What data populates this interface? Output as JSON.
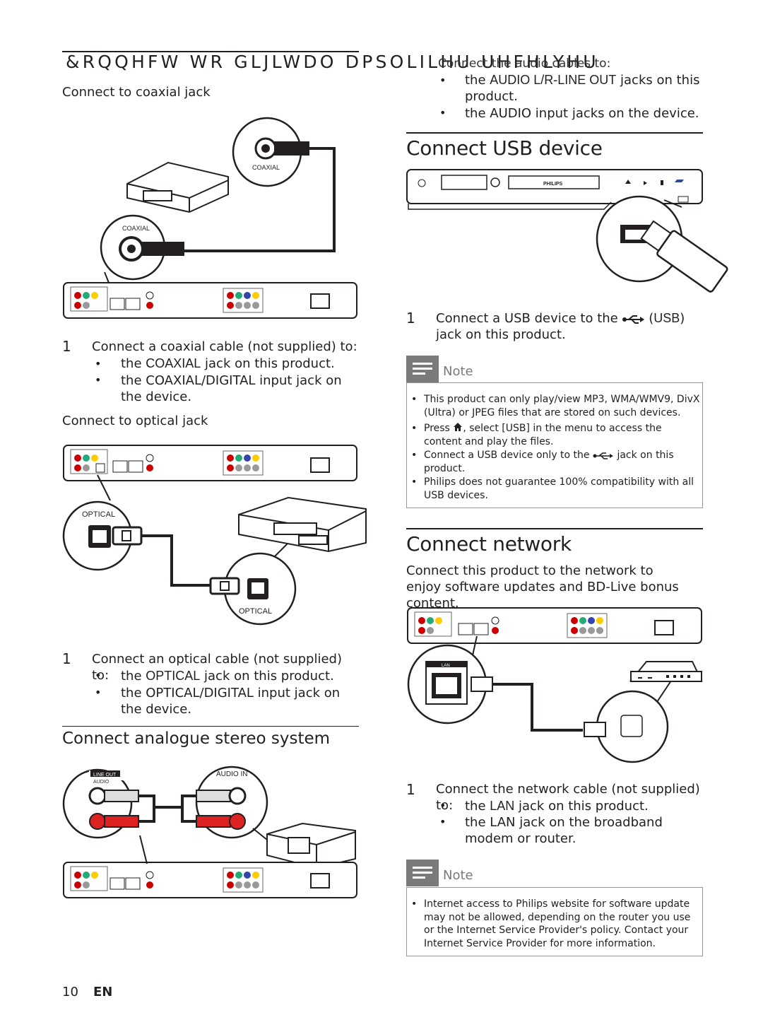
{
  "header": {
    "garbled_title": "&RQQHFW WR GLJLWDO DPSOLILHU UHFHLYHU",
    "audio_intro_tail": "Connect the audio cables to:"
  },
  "left": {
    "coaxial_subhead": "Connect to coaxial jack",
    "coax_label_top": "COAXIAL",
    "coax_label_mid": "COAXIAL",
    "coax_step_num": "1",
    "coax_step": "Connect a coaxial cable (not supplied) to:",
    "coax_b1_pre": "the ",
    "coax_b1_key": "COAXIAL",
    "coax_b1_post": " jack on this product.",
    "coax_b2": "the COAXIAL/DIGITAL input jack on the device.",
    "optical_subhead": "Connect to optical jack",
    "opt_label_1": "OPTICAL",
    "opt_label_2": "OPTICAL",
    "opt_step_num": "1",
    "opt_step": "Connect an optical cable (not supplied) to:",
    "opt_b1_pre": "the ",
    "opt_b1_key": "OPTICAL",
    "opt_b1_post": " jack on this product.",
    "opt_b2": "the OPTICAL/DIGITAL input jack on the device.",
    "analogue_title": "Connect analogue stereo system",
    "line_out_label": "LINE OUT",
    "audio_label": "AUDIO",
    "audio_in_label": "AUDIO IN"
  },
  "right": {
    "audio_b1_pre": "the ",
    "audio_b1_key": "AUDIO L/R-LINE OUT",
    "audio_b1_post": " jacks on this product.",
    "audio_b2": "the AUDIO input jacks on the device.",
    "usb_title": "Connect USB device",
    "philips_brand": "PHILIPS",
    "usb_step_num": "1",
    "usb_step_pre": "Connect a USB device to the",
    "usb_step_key": "USB",
    "usb_step_post": "jack on this product.",
    "note_label": "Note",
    "usb_notes": [
      "This product can only play/view MP3, WMA/WMV9, DivX (Ultra) or JPEG files that are stored on such devices.",
      "Press [home], select [USB] in the menu to access the content and play the files.",
      "Connect a USB device only to the [usb] jack on this product.",
      "Philips does not guarantee 100% compatibility with all USB devices."
    ],
    "usb_note2_pre": "Press",
    "usb_note2_post": ", select [USB] in the menu to access the content and play the files.",
    "usb_note3_pre": "Connect a USB device only to the",
    "usb_note3_post": "jack on this product.",
    "network_title": "Connect network",
    "network_intro": "Connect this product to the network to enjoy software updates and BD-Live bonus content.",
    "lan_label": "LAN",
    "net_step_num": "1",
    "net_step": "Connect the network cable (not supplied) to:",
    "net_b1_pre": "the ",
    "net_b1_key": "LAN",
    "net_b1_post": " jack on this product.",
    "net_b2": "the LAN jack on the broadband modem or router.",
    "net_note": "Internet access to Philips website for software update may not be allowed, depending on the router you use or the Internet Service Provider's policy. Contact your Internet Service Provider for more information."
  },
  "footer": {
    "page_number": "10",
    "language": "EN"
  },
  "icons": [
    "home-icon",
    "usb-icon",
    "note-icon"
  ]
}
